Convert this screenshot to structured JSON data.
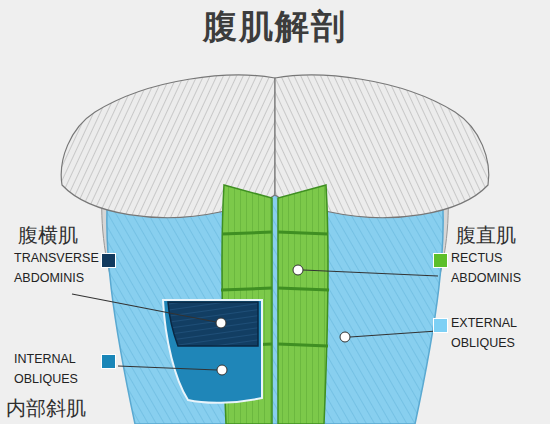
{
  "diagram": {
    "title": "腹肌解剖",
    "labels": [
      "腹横肌",
      "腹直肌",
      "内部斜肌"
    ],
    "legend": [
      {
        "text": "TRANSVERSE ABDOMINIS",
        "color": "#123a5e"
      },
      {
        "text": "RECTUS ABDOMINIS",
        "color": "#5cbf2a"
      },
      {
        "text": "EXTERNAL OBLIQUES",
        "color": "#7dd0f5"
      },
      {
        "text": "INTERNAL OBLIQUES",
        "color": "#1a86b8"
      }
    ]
  }
}
